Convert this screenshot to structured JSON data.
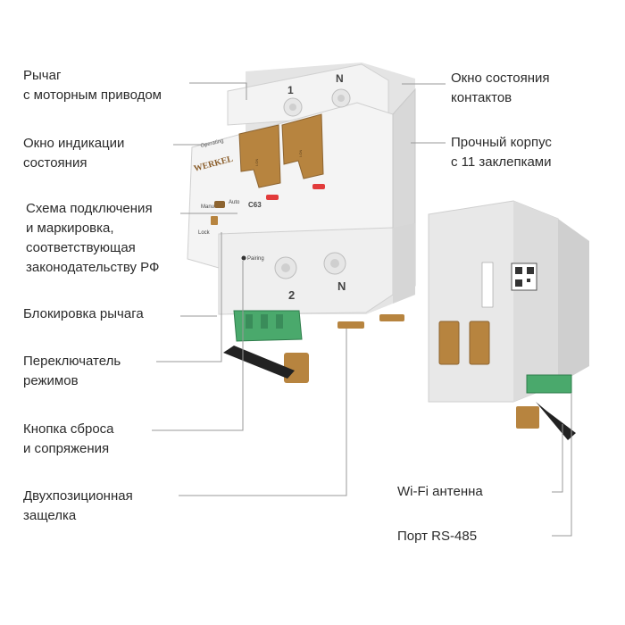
{
  "labels": {
    "motor_lever": "Рычаг\nс моторным приводом",
    "status_window": "Окно индикации\nсостояния",
    "wiring_scheme": "Схема подключения\nи маркировка,\nсоответствующая\nзаконодательству РФ",
    "lever_lock": "Блокировка рычага",
    "mode_switch": "Переключатель\nрежимов",
    "reset_button": "Кнопка сброса\nи сопряжения",
    "two_position_latch": "Двухпозиционная\nзащелка",
    "contact_window": "Окно состояния\nконтактов",
    "housing": "Прочный корпус\nс 11 заклепками",
    "wifi_antenna": "Wi-Fi антенна",
    "rs485_port": "Порт RS-485"
  },
  "device_markings": {
    "brand": "WERKEL",
    "pole_1": "1",
    "pole_n_top": "N",
    "pole_2": "2",
    "pole_n_bottom": "N",
    "operating": "Operating",
    "manu": "Manu",
    "auto": "Auto",
    "lock": "Lock",
    "rating": "C63",
    "pairing": "Pairing",
    "on_left": "I-ON",
    "on_right": "I-ON"
  },
  "colors": {
    "body": "#f1f1f1",
    "body_shade": "#d9d9d9",
    "lever": "#b7843f",
    "terminal": "#4aa96c",
    "antenna": "#222222",
    "indicator": "#e23b3b"
  }
}
